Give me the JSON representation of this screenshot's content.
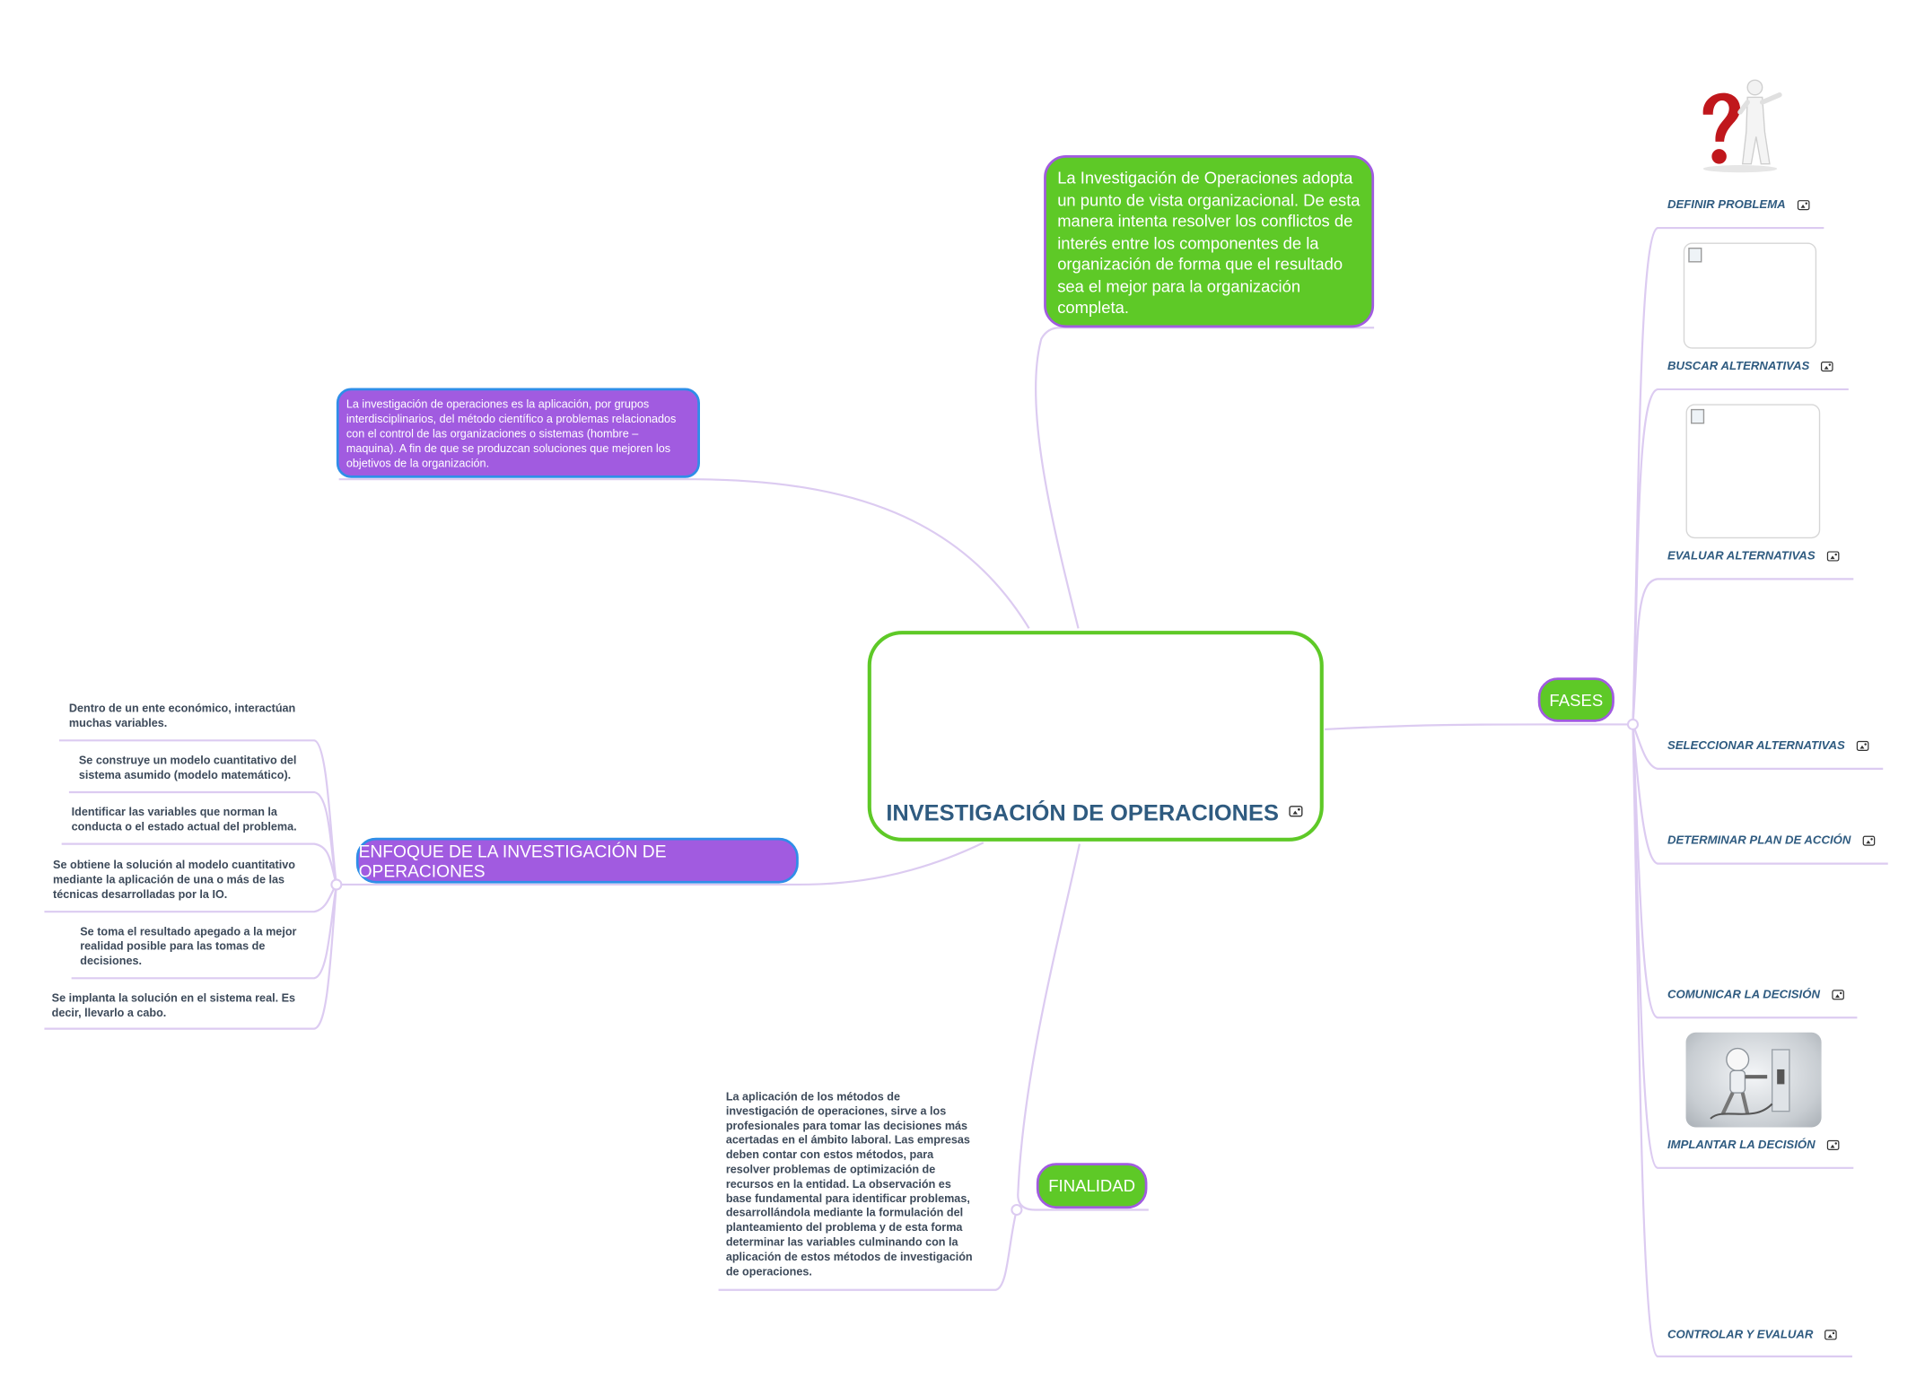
{
  "central": {
    "title": "INVESTIGACIÓN DE OPERACIONES",
    "icon": "image-icon"
  },
  "org_box": {
    "text": "La Investigación de Operaciones adopta un punto de vista organizacional. De esta manera intenta resolver los conflictos de interés entre los componentes de la organización de forma que el resultado sea el mejor para la organización completa."
  },
  "definition_box": {
    "text": "La investigación de operaciones es la aplicación, por grupos interdisciplinarios, del método científico a problemas relacionados con el control de las organizaciones o sistemas (hombre – maquina). A fin de que se produzcan soluciones que mejoren los objetivos de la organización."
  },
  "fases": {
    "label": "FASES",
    "items": [
      {
        "label": "DEFINIR PROBLEMA",
        "icon": "image-icon"
      },
      {
        "label": "BUSCAR ALTERNATIVAS",
        "icon": "image-icon"
      },
      {
        "label": "EVALUAR ALTERNATIVAS",
        "icon": "image-icon"
      },
      {
        "label": "SELECCIONAR ALTERNATIVAS",
        "icon": "image-icon"
      },
      {
        "label": "DETERMINAR PLAN DE ACCIÓN",
        "icon": "image-icon"
      },
      {
        "label": "COMUNICAR LA DECISIÓN",
        "icon": "image-icon"
      },
      {
        "label": "IMPLANTAR LA DECISIÓN",
        "icon": "image-icon"
      },
      {
        "label": "CONTROLAR Y EVALUAR",
        "icon": "image-icon"
      }
    ]
  },
  "enfoque": {
    "label": "ENFOQUE DE LA INVESTIGACIÓN DE OPERACIONES",
    "items": [
      "Dentro de un ente económico, interactúan muchas variables.",
      "Se construye un modelo cuantitativo del sistema asumido (modelo matemático).",
      "Identificar las variables que norman la conducta o el estado actual del problema.",
      "Se obtiene la solución al modelo cuantitativo mediante la aplicación de una o más de las técnicas desarrolladas por la IO.",
      "Se toma el resultado apegado a la mejor realidad posible para las tomas de decisiones.",
      "Se implanta la solución en el sistema real. Es decir, llevarlo a cabo."
    ]
  },
  "finalidad": {
    "label": "FINALIDAD",
    "text": "La aplicación de los métodos de investigación de operaciones, sirve a los profesionales para tomar las decisiones más acertadas en el ámbito laboral. Las empresas deben contar con estos métodos, para resolver problemas de optimización de recursos en la entidad. La observación es base fundamental para identificar problemas, desarrollándola mediante la formulación del planteamiento del problema y de esta forma determinar las variables culminando con la aplicación de estos métodos de investigación de operaciones."
  },
  "colors": {
    "green": "#5ec927",
    "purple": "#a15be0",
    "blue_border": "#2f8ee8",
    "title_blue": "#2f5b80",
    "branch_line": "#d9c8f0"
  }
}
